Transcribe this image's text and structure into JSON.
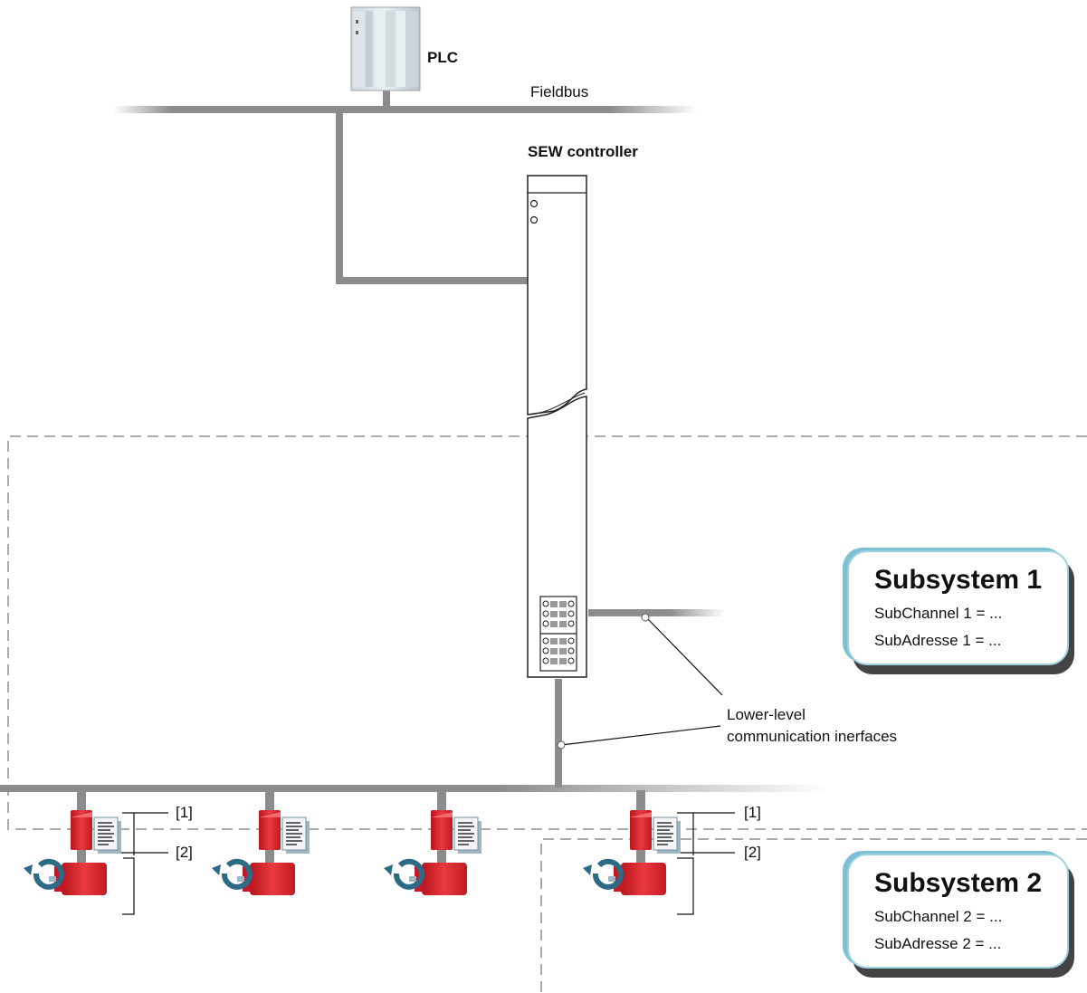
{
  "labels": {
    "plc": "PLC",
    "fieldbus": "Fieldbus",
    "controller": "SEW controller",
    "lower_level_line1": "Lower-level",
    "lower_level_line2": "communication inerfaces"
  },
  "callouts": {
    "c1": "[1]",
    "c2": "[2]"
  },
  "subsystems": [
    {
      "title": "Subsystem 1",
      "channel": "SubChannel 1 = ...",
      "address": "SubAdresse 1 = ..."
    },
    {
      "title": "Subsystem 2",
      "channel": "SubChannel 2 = ...",
      "address": "SubAdresse 2 = ..."
    }
  ],
  "colors": {
    "bus": "#8c8c8c",
    "drive_red": "#d9232b",
    "subsystem_border": "#7cc0d6",
    "dashed_boundary": "#aaaaaa",
    "arrow_blue": "#2d6a86"
  }
}
